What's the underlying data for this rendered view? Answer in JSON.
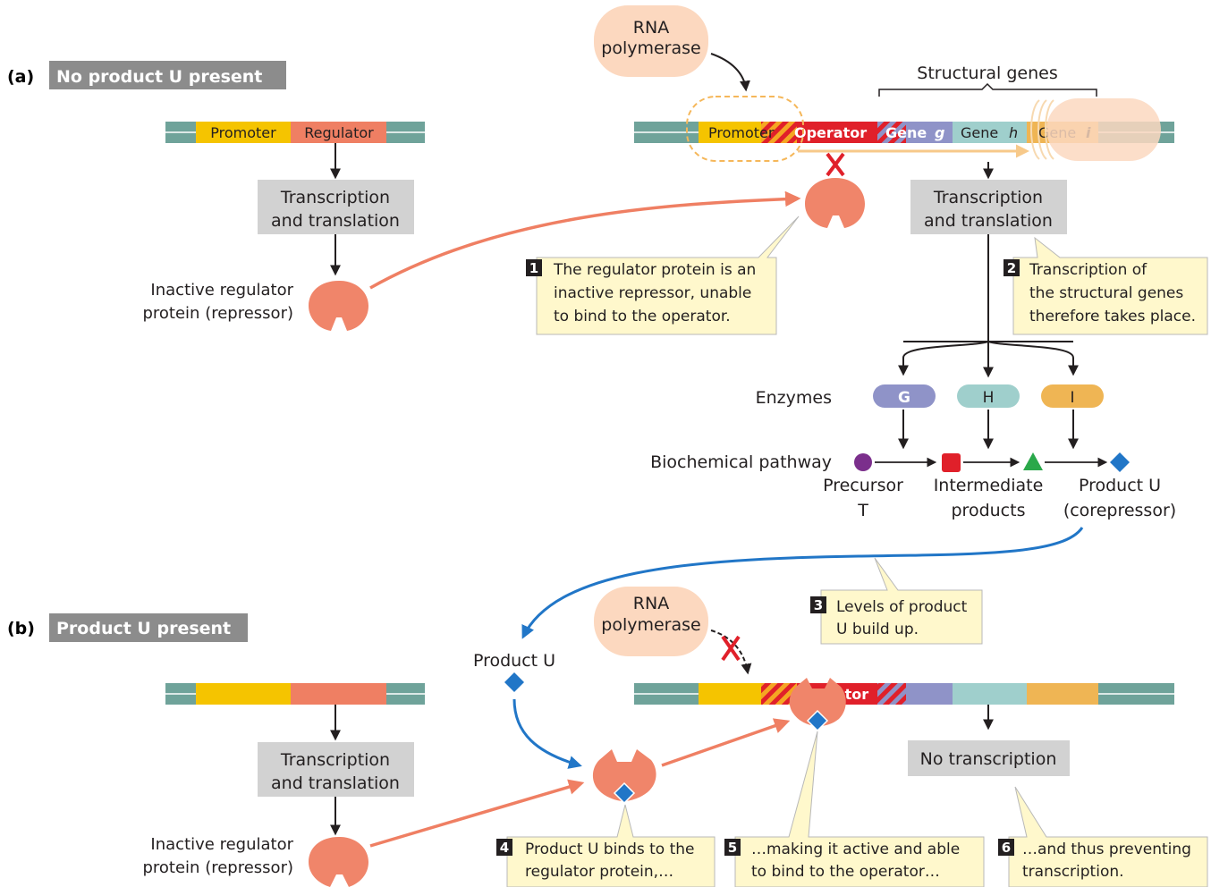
{
  "panel_a": {
    "label": "(a)",
    "title": "No product U present",
    "regulator_dna": {
      "promoter": "Promoter",
      "regulator": "Regulator"
    },
    "rna_polymerase": [
      "RNA",
      "polymerase"
    ],
    "structural_genes_label": "Structural genes",
    "operon_dna": {
      "promoter": "Promoter",
      "operator": "Operator",
      "gene_g_word": "Gene",
      "gene_g_letter": "g",
      "gene_h_word": "Gene",
      "gene_h_letter": "h",
      "gene_i_word": "Gene",
      "gene_i_letter": "i"
    },
    "transcription_box_left": [
      "Transcription",
      "and translation"
    ],
    "transcription_box_right": [
      "Transcription",
      "and translation"
    ],
    "inactive_regulator_label": [
      "Inactive regulator",
      "protein (repressor)"
    ],
    "callout_1": {
      "num": "1",
      "lines": [
        "The regulator protein is an",
        "inactive repressor, unable",
        "to bind to the operator."
      ]
    },
    "callout_2": {
      "num": "2",
      "lines": [
        "Transcription of",
        "the structural genes",
        "therefore takes place."
      ]
    },
    "enzymes_label": "Enzymes",
    "enzymes": [
      "G",
      "H",
      "I"
    ],
    "pathway_label": "Biochemical pathway",
    "precursor_label": [
      "Precursor",
      "T"
    ],
    "intermediate_label": [
      "Intermediate",
      "products"
    ],
    "product_label": [
      "Product U",
      "(corepressor)"
    ],
    "callout_3": {
      "num": "3",
      "lines": [
        "Levels of product",
        "U build up."
      ]
    }
  },
  "panel_b": {
    "label": "(b)",
    "title": "Product U present",
    "rna_polymerase": [
      "RNA",
      "polymerase"
    ],
    "product_u_label": "Product U",
    "operator_label": "Operator",
    "transcription_box": [
      "Transcription",
      "and translation"
    ],
    "no_transcription_box": "No transcription",
    "inactive_regulator_label": [
      "Inactive regulator",
      "protein (repressor)"
    ],
    "callout_4": {
      "num": "4",
      "lines": [
        "Product U binds to the",
        "regulator protein,…"
      ]
    },
    "callout_5": {
      "num": "5",
      "lines": [
        "…making it active and able",
        "to bind to the operator…"
      ]
    },
    "callout_6": {
      "num": "6",
      "lines": [
        "…and thus preventing",
        "transcription."
      ]
    }
  },
  "colors": {
    "dna_teal": "#6fa39a",
    "promoter_yellow": "#f5c400",
    "regulator_salmon": "#ef7f63",
    "operator_red": "#e0202a",
    "gene_g_purple": "#8f93c8",
    "gene_h_teal": "#9fcfcc",
    "gene_i_orange": "#efb554",
    "repressor": "#f0856a",
    "polymerase_fill": "#fcd8bf",
    "callout_fill": "#fff8cc",
    "label_bar_gray": "#8c8c8c",
    "box_gray": "#d2d2d2",
    "block_x": "#e0202a",
    "corepressor_blue": "#2176c7",
    "mRNA_arrow": "#f7c98a",
    "precursor_purple": "#7b2f8c",
    "intermediate_green": "#2aa84a"
  }
}
